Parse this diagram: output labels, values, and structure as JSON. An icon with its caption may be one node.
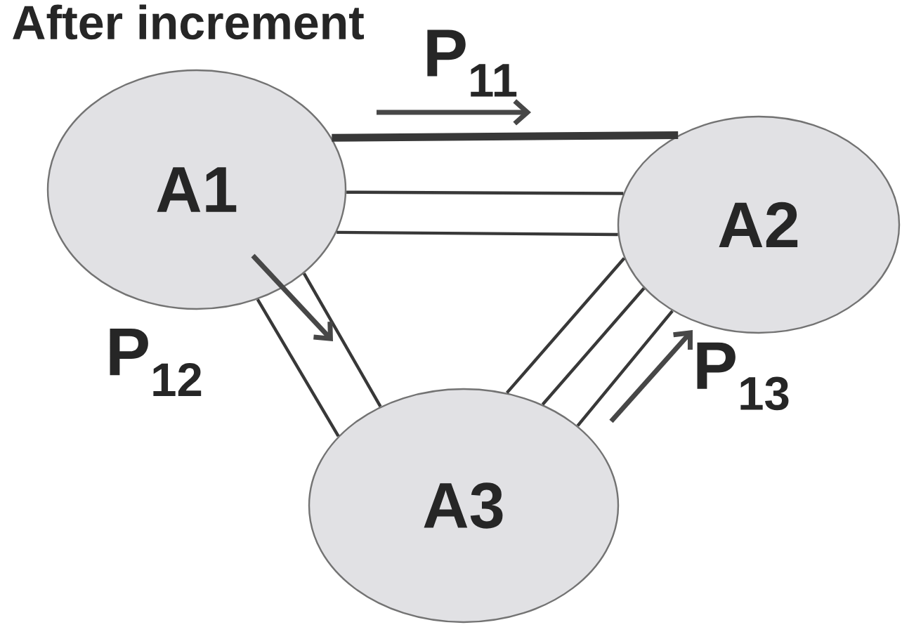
{
  "diagram": {
    "title": "After increment",
    "nodes": [
      {
        "text": [
          "A1"
        ]
      },
      {
        "text": [
          "A2"
        ]
      },
      {
        "text": [
          "A3"
        ]
      }
    ],
    "edges": [
      {
        "from": 0,
        "to": 1,
        "arrow": "none",
        "style": "thick"
      },
      {
        "from": 0,
        "to": 1,
        "arrow": "none"
      },
      {
        "from": 0,
        "to": 1,
        "arrow": "none"
      },
      {
        "from": 0,
        "to": 2,
        "arrow": "none"
      },
      {
        "from": 0,
        "to": 2,
        "arrow": "none"
      },
      {
        "from": 2,
        "to": 1,
        "arrow": "none"
      },
      {
        "from": 2,
        "to": 1,
        "arrow": "none"
      },
      {
        "from": 2,
        "to": 1,
        "arrow": "none"
      }
    ],
    "labels": [
      "P$_{11}$",
      "P$_{12}$",
      "P$_{13}$"
    ]
  }
}
